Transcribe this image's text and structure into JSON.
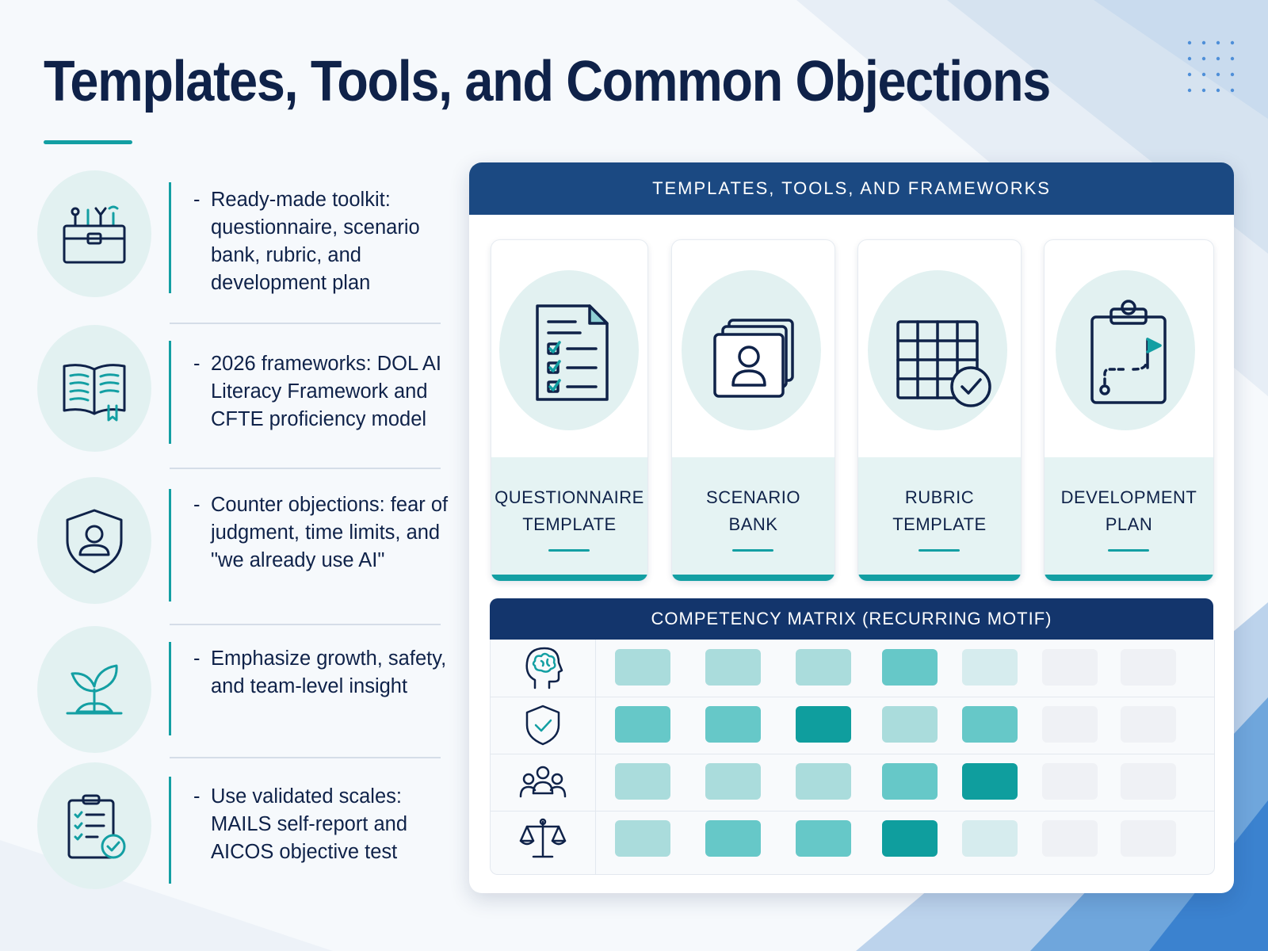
{
  "title": "Templates, Tools, and Common Objections",
  "colors": {
    "navy": "#0f2249",
    "header_blue": "#1b4982",
    "matrix_header": "#13356c",
    "teal": "#139fa3",
    "light_teal": "#e2f1f1"
  },
  "left_items": [
    {
      "icon": "toolbox-icon",
      "text": "Ready-made toolkit: questionnaire, scenario bank, rubric, and development plan"
    },
    {
      "icon": "open-book-icon",
      "text": "2026 frameworks: DOL AI Literacy Framework and CFTE proficiency model"
    },
    {
      "icon": "shield-person-icon",
      "text": "Counter objections: fear of judgment, time limits, and \"we already use AI\""
    },
    {
      "icon": "sprout-icon",
      "text": "Emphasize growth, safety, and team-level insight"
    },
    {
      "icon": "clipboard-check-icon",
      "text": "Use validated scales: MAILS self-report and AICOS objective test"
    }
  ],
  "panel": {
    "header": "TEMPLATES, TOOLS, AND FRAMEWORKS",
    "cards": [
      {
        "icon": "document-checklist-icon",
        "line1": "QUESTIONNAIRE",
        "line2": "TEMPLATE"
      },
      {
        "icon": "profile-cards-icon",
        "line1": "SCENARIO",
        "line2": "BANK"
      },
      {
        "icon": "grid-check-icon",
        "line1": "RUBRIC",
        "line2": "TEMPLATE"
      },
      {
        "icon": "clipboard-path-icon",
        "line1": "DEVELOPMENT",
        "line2": "PLAN"
      }
    ]
  },
  "matrix": {
    "header": "COMPETENCY MATRIX (RECURRING MOTIF)",
    "rows": [
      {
        "icon": "brain-head-icon",
        "levels": [
          2,
          2,
          2,
          3,
          1,
          0,
          0
        ]
      },
      {
        "icon": "shield-check-icon",
        "levels": [
          3,
          3,
          4,
          2,
          3,
          0,
          0
        ]
      },
      {
        "icon": "people-group-icon",
        "levels": [
          2,
          2,
          2,
          3,
          4,
          0,
          0
        ]
      },
      {
        "icon": "scales-icon",
        "levels": [
          2,
          3,
          3,
          4,
          1,
          0,
          0
        ]
      }
    ],
    "level_colors": [
      "#eff1f5",
      "#d6ecee",
      "#aadcdc",
      "#66c8c8",
      "#0f9e9e"
    ]
  }
}
